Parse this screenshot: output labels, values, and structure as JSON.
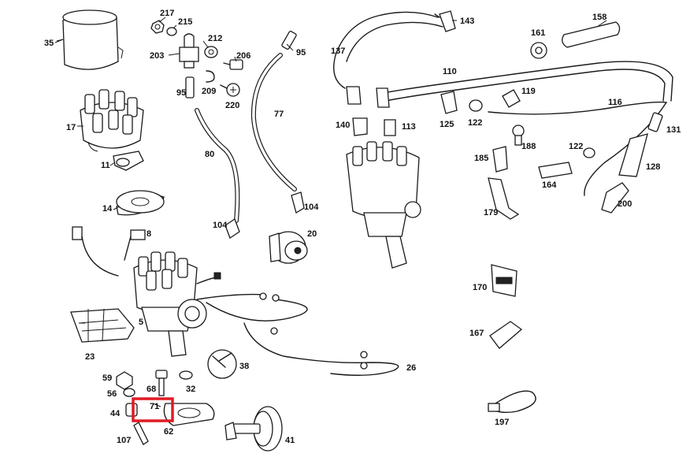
{
  "highlight": {
    "label": "71",
    "color": "#e01b24"
  },
  "callouts": [
    "217",
    "215",
    "143",
    "158",
    "35",
    "212",
    "203",
    "206",
    "95",
    "137",
    "161",
    "110",
    "95",
    "209",
    "220",
    "119",
    "116",
    "77",
    "17",
    "140",
    "113",
    "125",
    "122",
    "131",
    "80",
    "188",
    "122",
    "185",
    "11",
    "128",
    "164",
    "14",
    "104",
    "104",
    "179",
    "200",
    "8",
    "20",
    "170",
    "5",
    "167",
    "23",
    "38",
    "26",
    "59",
    "68",
    "32",
    "56",
    "44",
    "71",
    "62",
    "107",
    "41",
    "197"
  ]
}
